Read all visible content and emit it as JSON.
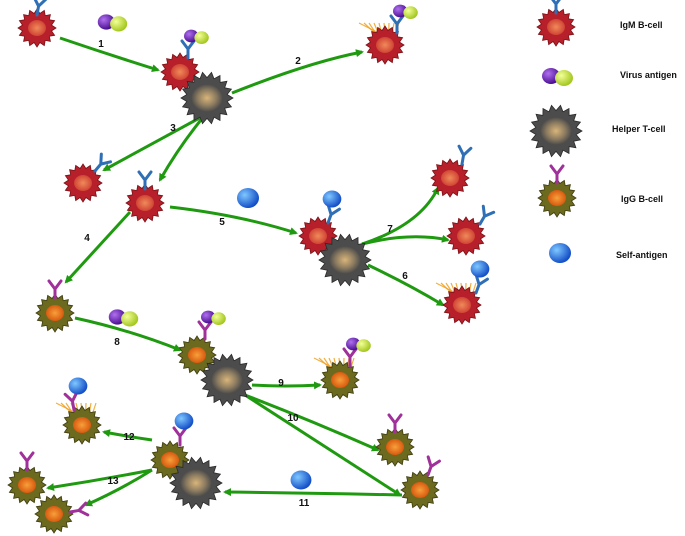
{
  "legend": [
    {
      "key": "igm_b_cell",
      "label": "IgM B-cell"
    },
    {
      "key": "virus_antigen",
      "label": "Virus antigen"
    },
    {
      "key": "helper_t_cell",
      "label": "Helper T-cell"
    },
    {
      "key": "igg_b_cell",
      "label": "IgG B-cell"
    },
    {
      "key": "self_antigen",
      "label": "Self-antigen"
    }
  ],
  "steps": [
    "1",
    "2",
    "3",
    "4",
    "5",
    "6",
    "7",
    "8",
    "9",
    "10",
    "11",
    "12",
    "13"
  ],
  "colors": {
    "arrow": "#1f9a10",
    "igm_body": "#b7202a",
    "igm_nucleus": "#e2573b",
    "igg_body": "#6b6a1e",
    "igg_nucleus": "#e0661a",
    "helper_t": "#5a5a5a",
    "antibody_igm": "#2f6fb5",
    "antibody_igg": "#a0309a",
    "virus_purple": "#6a1fa8",
    "virus_green": "#c6e83a",
    "self_antigen": "#1d6fe0",
    "activation": "#f0a020"
  }
}
